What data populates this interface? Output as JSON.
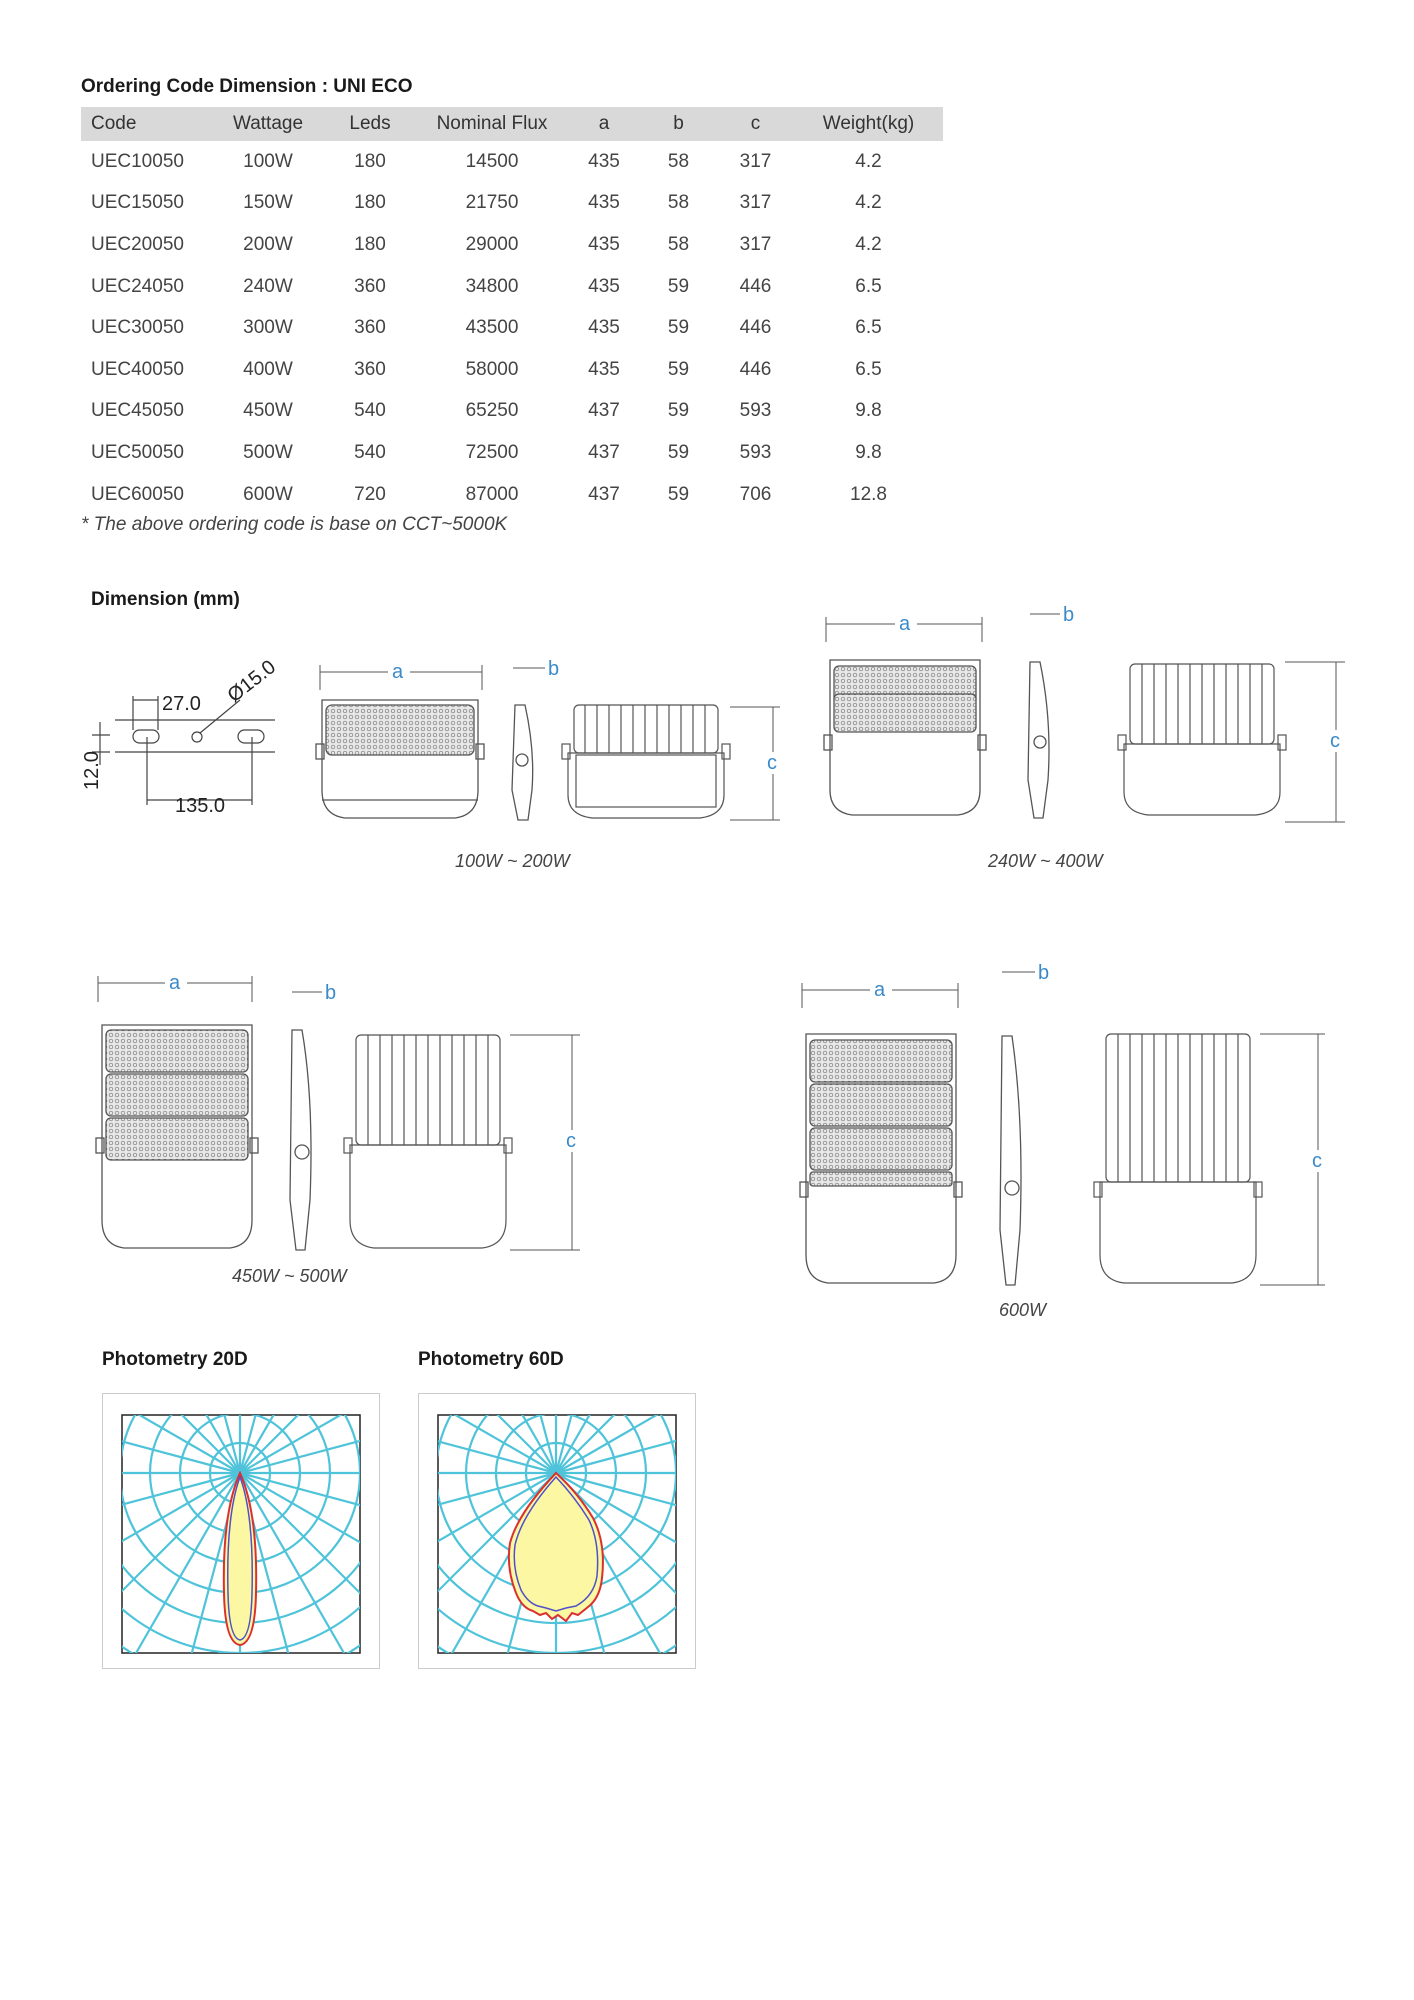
{
  "title": "Ordering Code Dimension : UNI ECO",
  "table": {
    "headers": [
      "Code",
      "Wattage",
      "Leds",
      "Nominal Flux",
      "a",
      "b",
      "c",
      "Weight(kg)"
    ],
    "rows": [
      [
        "UEC10050",
        "100W",
        "180",
        "14500",
        "435",
        "58",
        "317",
        "4.2"
      ],
      [
        "UEC15050",
        "150W",
        "180",
        "21750",
        "435",
        "58",
        "317",
        "4.2"
      ],
      [
        "UEC20050",
        "200W",
        "180",
        "29000",
        "435",
        "58",
        "317",
        "4.2"
      ],
      [
        "UEC24050",
        "240W",
        "360",
        "34800",
        "435",
        "59",
        "446",
        "6.5"
      ],
      [
        "UEC30050",
        "300W",
        "360",
        "43500",
        "435",
        "59",
        "446",
        "6.5"
      ],
      [
        "UEC40050",
        "400W",
        "360",
        "58000",
        "435",
        "59",
        "446",
        "6.5"
      ],
      [
        "UEC45050",
        "450W",
        "540",
        "65250",
        "437",
        "59",
        "593",
        "9.8"
      ],
      [
        "UEC50050",
        "500W",
        "540",
        "72500",
        "437",
        "59",
        "593",
        "9.8"
      ],
      [
        "UEC60050",
        "600W",
        "720",
        "87000",
        "437",
        "59",
        "706",
        "12.8"
      ]
    ]
  },
  "note": "* The above ordering code is base on CCT~5000K",
  "dimension": {
    "heading": "Dimension (mm)",
    "bracket": {
      "d1": "27.0",
      "d2": "Ø15.0",
      "d3": "12.0",
      "d4": "135.0"
    },
    "labels": {
      "a": "a",
      "b": "b",
      "c": "c"
    },
    "captions": [
      "100W ~ 200W",
      "240W ~ 400W",
      "450W ~ 500W",
      "600W"
    ]
  },
  "photometry": [
    {
      "heading": "Photometry 20D"
    },
    {
      "heading": "Photometry 60D"
    }
  ],
  "colors": {
    "grid": "#4ec3d9",
    "beam_fill": "#fbf7a3",
    "beam_line_outer": "#d93030",
    "beam_line_inner": "#5050c8",
    "dim_label": "#3a8ac9"
  }
}
